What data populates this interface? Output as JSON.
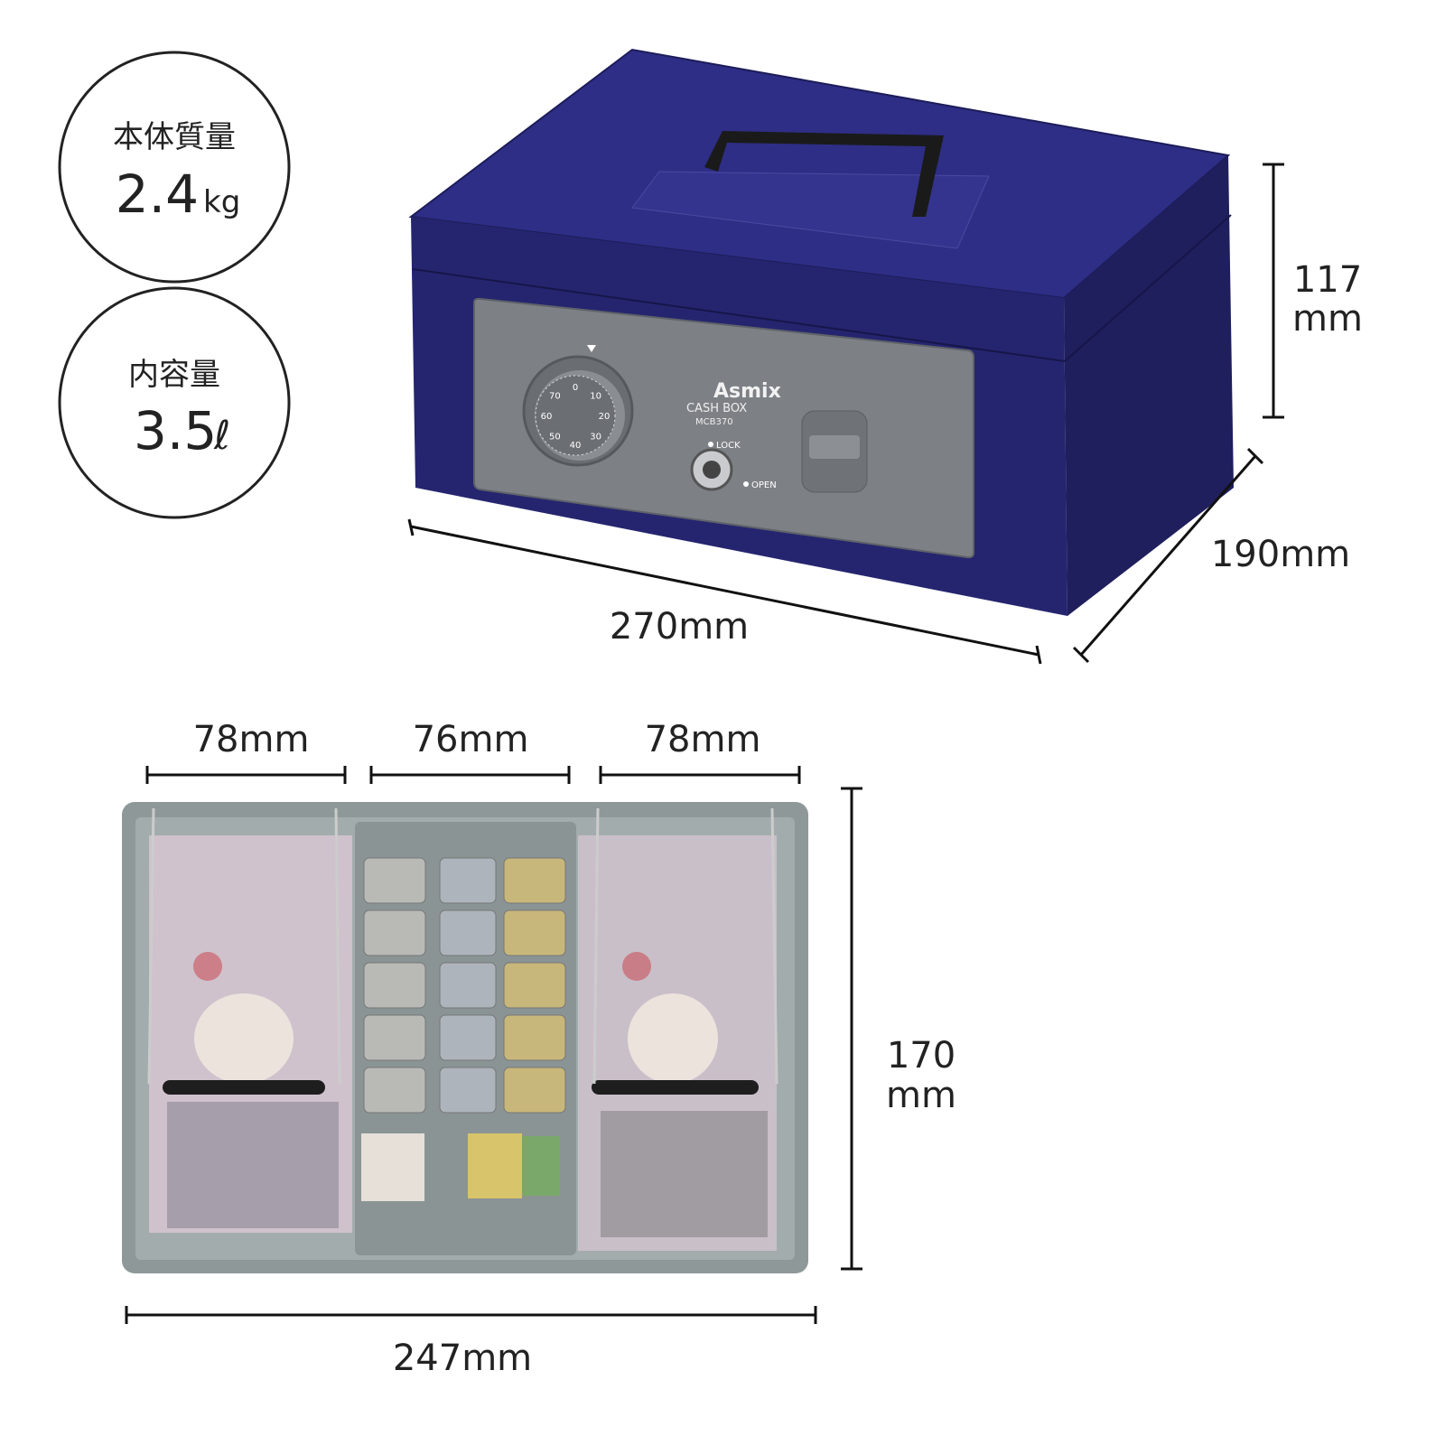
{
  "specs": {
    "weight": {
      "label": "本体質量",
      "value": "2.4",
      "unit": "kg"
    },
    "capacity": {
      "label": "内容量",
      "value": "3.5",
      "unit": "ℓ"
    }
  },
  "box": {
    "brand": "Asmix",
    "product": "CASH BOX",
    "model": "MCB370",
    "lock_label": "LOCK",
    "open_label": "OPEN",
    "dial_numbers": [
      "0",
      "10",
      "20",
      "30",
      "40",
      "50",
      "60",
      "70"
    ],
    "colors": {
      "body": "#2a2a7e",
      "panel": "#7d8186",
      "handle": "#1a1a1a"
    }
  },
  "dimensions": {
    "height_value": "117",
    "height_unit": "mm",
    "depth": "190mm",
    "width": "270mm"
  },
  "tray": {
    "left_width": "78mm",
    "middle_width": "76mm",
    "right_width": "78mm",
    "total_width": "247mm",
    "depth_value": "170",
    "depth_unit": "mm",
    "colors": {
      "tray": "#8e9899"
    }
  }
}
